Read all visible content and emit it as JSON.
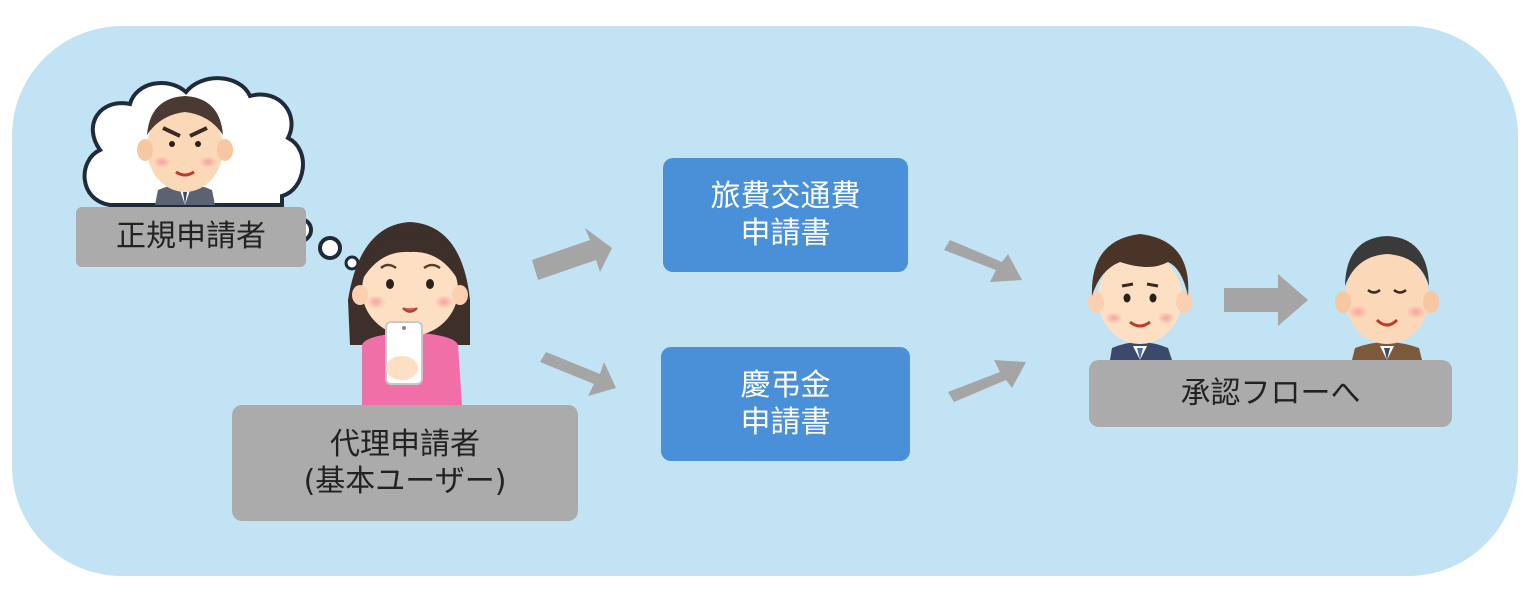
{
  "boxes": {
    "regular_applicant": "正規申請者",
    "proxy_applicant": "代理申請者\n(基本ユーザー)",
    "travel_form": "旅費交通費\n申請書",
    "condolence_form": "慶弔金\n申請書",
    "approval_flow": "承認フローへ"
  },
  "colors": {
    "panel": "#c2e3f3",
    "gray_box": "#ababab",
    "blue_box": "#4a90d9",
    "arrow": "#a5a5a5"
  },
  "icons": [
    "thought-bubble-icon",
    "manager-icon",
    "woman-with-phone-icon",
    "young-man-icon",
    "older-man-icon",
    "arrow-icon"
  ]
}
